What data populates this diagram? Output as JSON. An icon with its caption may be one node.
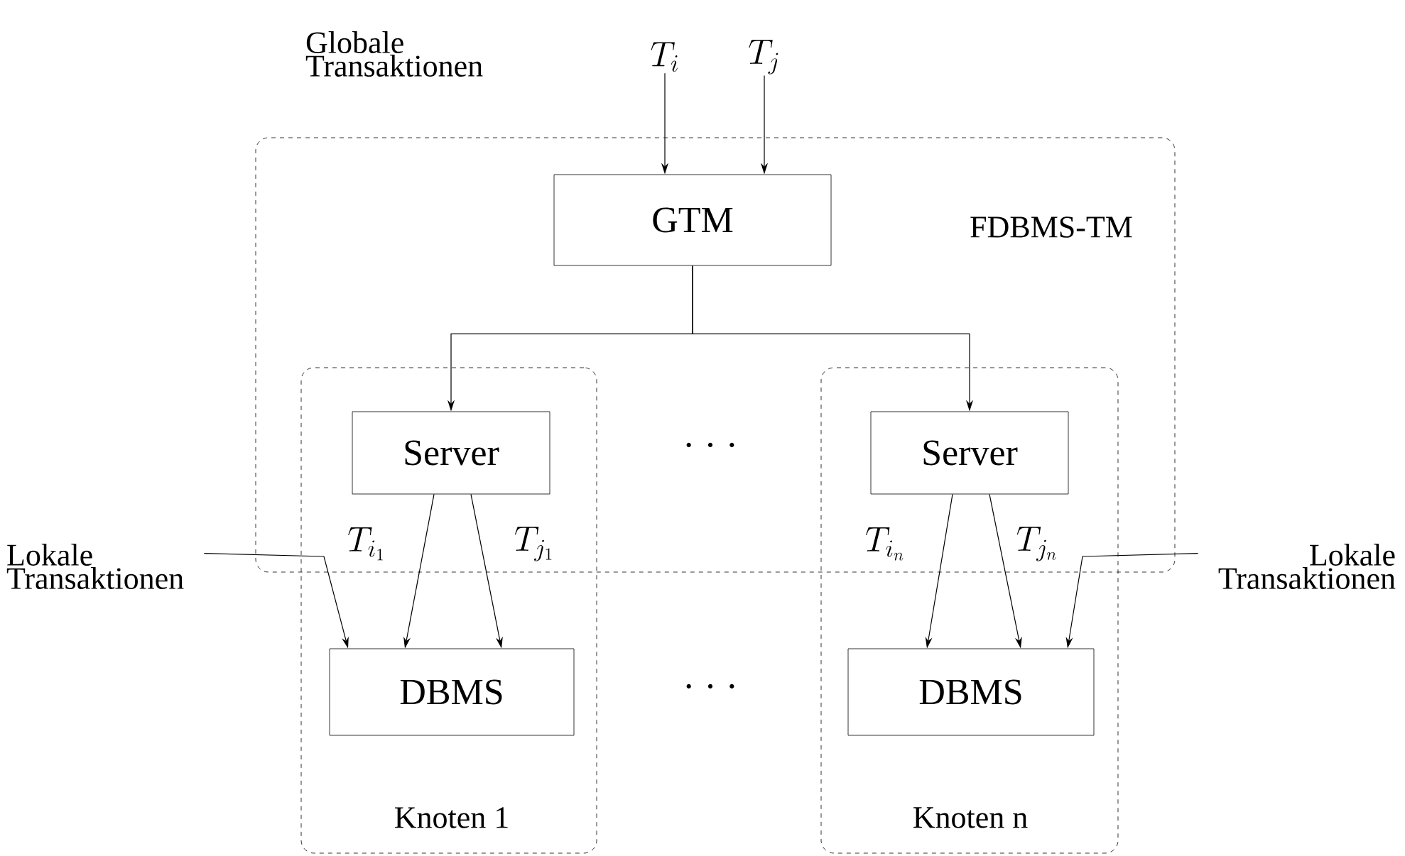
{
  "diagram": {
    "nodes": [
      {
        "text": [
          "FDBMS-TM"
        ]
      },
      {
        "text": [
          "GTM"
        ],
        "in": 0
      },
      {
        "text": [
          "Knoten 1"
        ]
      },
      {
        "text": [
          "Server"
        ]
      },
      {
        "text": [
          "DBMS"
        ],
        "in": 2
      },
      {
        "text": [
          "Knoten n"
        ]
      },
      {
        "text": [
          "Server"
        ]
      },
      {
        "text": [
          "DBMS"
        ],
        "in": 5
      },
      {
        "text": [
          "T_{i}"
        ]
      },
      {
        "text": [
          "T_{j}"
        ]
      },
      {
        "text": [
          "Lokale Transaktionen"
        ]
      },
      {
        "text": [
          "Lokale Transaktionen"
        ]
      }
    ],
    "edges": [
      {
        "from": 8,
        "to": 1,
        "arrow": "to"
      },
      {
        "from": 9,
        "to": 1,
        "arrow": "to"
      },
      {
        "from": 1,
        "to": 3,
        "arrow": "to"
      },
      {
        "from": 1,
        "to": 6,
        "arrow": "to"
      },
      {
        "from": 3,
        "to": 4,
        "arrow": "to",
        "label": "T_{i_1}"
      },
      {
        "from": 3,
        "to": 4,
        "arrow": "to",
        "label": "T_{j_1}"
      },
      {
        "from": 6,
        "to": 7,
        "arrow": "to",
        "label": "T_{i_n}"
      },
      {
        "from": 6,
        "to": 7,
        "arrow": "to",
        "label": "T_{j_n}"
      },
      {
        "from": 10,
        "to": 4,
        "arrow": "to"
      },
      {
        "from": 11,
        "to": 7,
        "arrow": "to"
      }
    ],
    "labels": [
      "Globale Transaktionen",
      "· · ·",
      "· · ·"
    ]
  }
}
